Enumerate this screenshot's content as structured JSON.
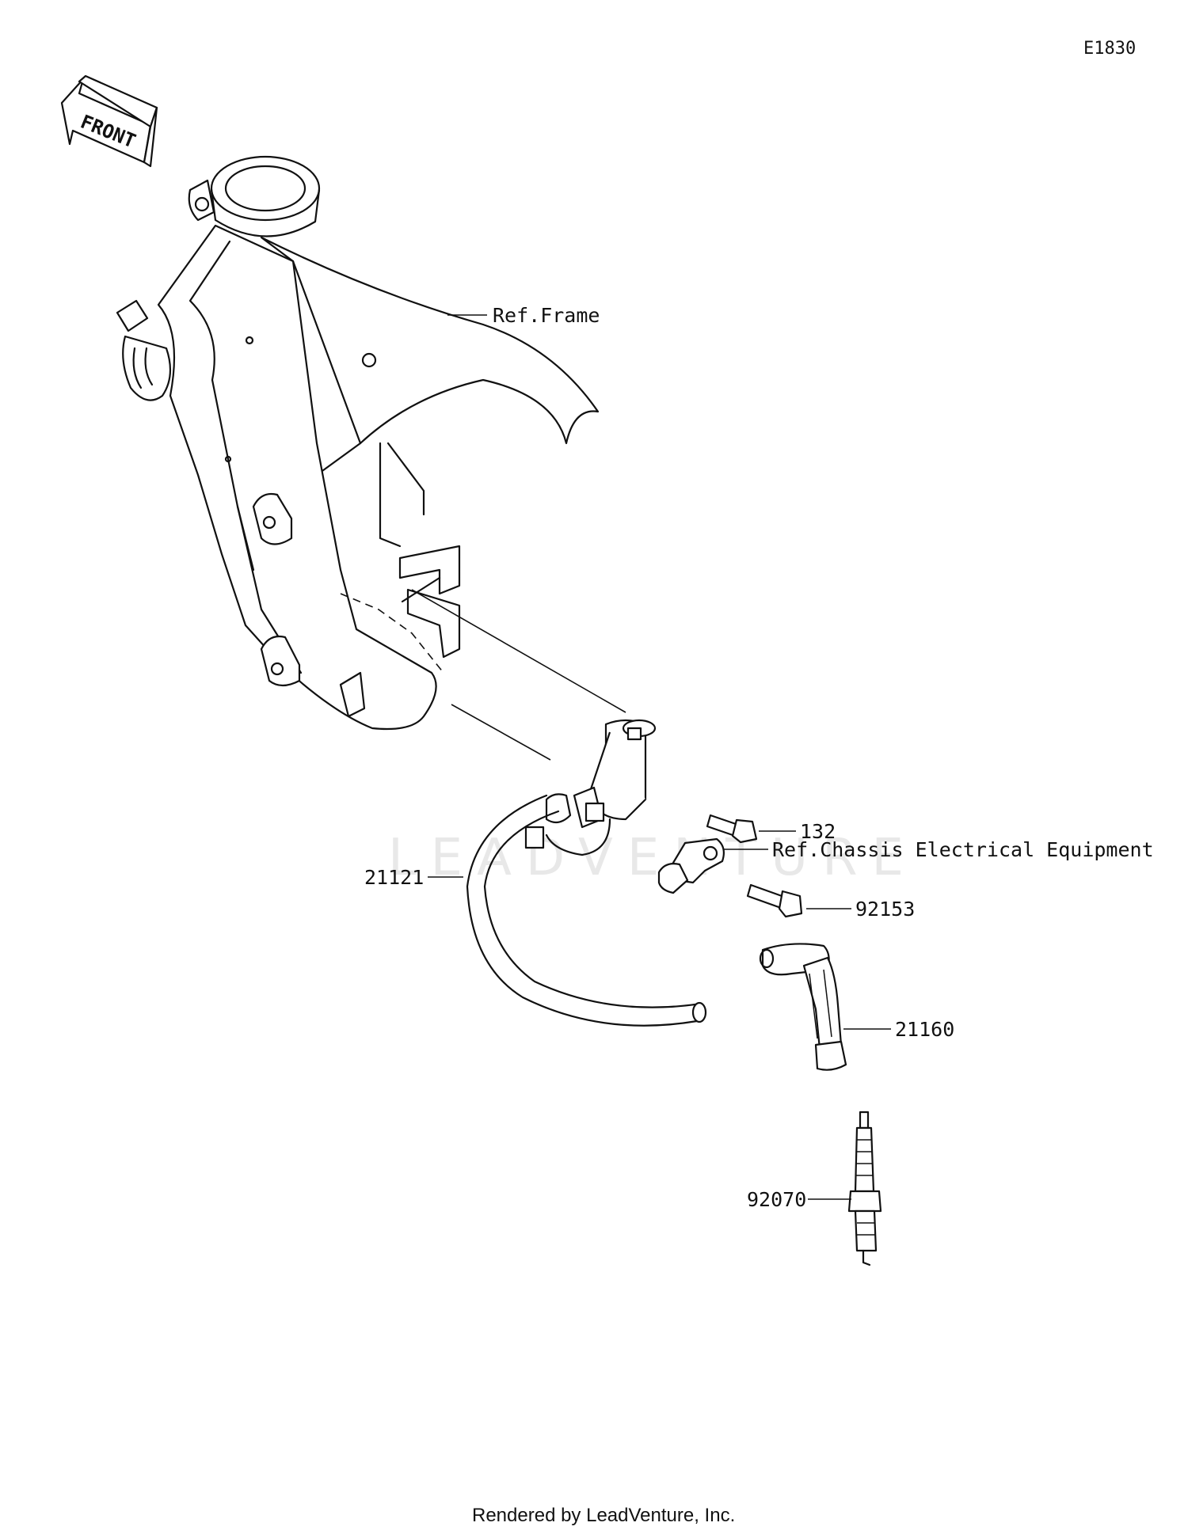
{
  "diagram_code": "E1830",
  "front_label": "FRONT",
  "watermark": "LEADVENTURE",
  "footer": "Rendered by LeadVenture, Inc.",
  "callouts": [
    {
      "id": "ref-frame",
      "text": "Ref.Frame"
    },
    {
      "id": "part-132",
      "text": "132"
    },
    {
      "id": "ref-chassis",
      "text": "Ref.Chassis Electrical Equipment"
    },
    {
      "id": "part-21121",
      "text": "21121"
    },
    {
      "id": "part-92153",
      "text": "92153"
    },
    {
      "id": "part-21160",
      "text": "21160"
    },
    {
      "id": "part-92070",
      "text": "92070"
    }
  ]
}
